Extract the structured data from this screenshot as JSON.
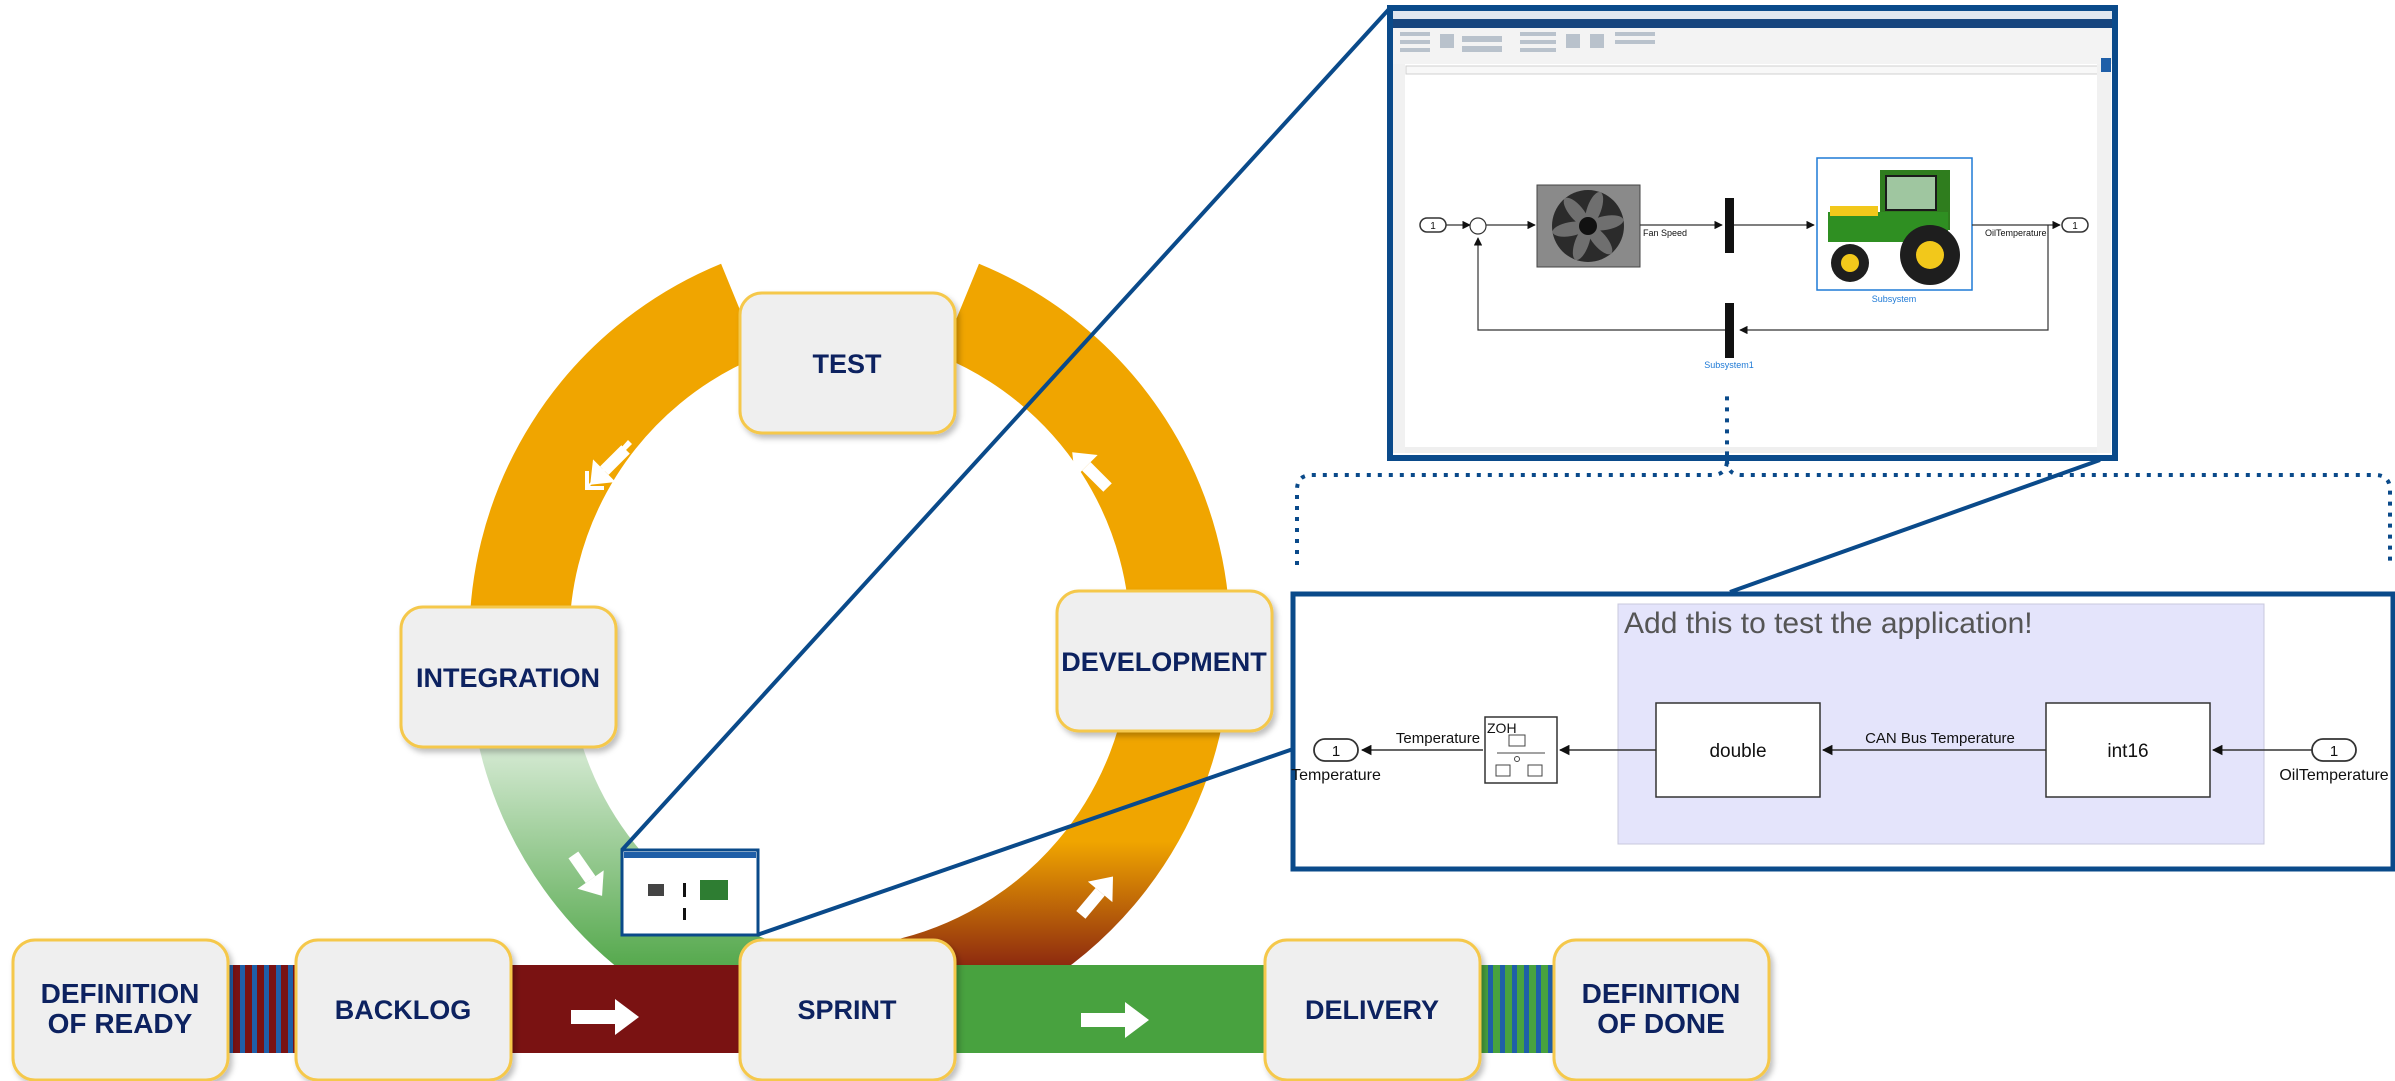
{
  "cycle": {
    "test": "TEST",
    "integration": "INTEGRATION",
    "development": "DEVELOPMENT",
    "sprint": "SPRINT"
  },
  "pipeline": {
    "definition_of_ready_line1": "DEFINITION",
    "definition_of_ready_line2": "OF READY",
    "backlog": "BACKLOG",
    "delivery": "DELIVERY",
    "definition_of_done_line1": "DEFINITION",
    "definition_of_done_line2": "OF DONE"
  },
  "model_window": {
    "signal_fan_speed": "Fan Speed",
    "signal_oil_temperature": "OilTemperature",
    "subsystem_label": "Subsystem",
    "subsystem1_label": "Subsystem1",
    "inport_value": "1",
    "outport_value": "1"
  },
  "detail_panel": {
    "annotation": "Add this to test the application!",
    "out_port_value": "1",
    "out_port_name": "Temperature",
    "signal_temperature": "Temperature",
    "zoh_label": "ZOH",
    "block_double": "double",
    "signal_can_bus": "CAN Bus Temperature",
    "block_int16": "int16",
    "in_port_value": "1",
    "in_port_name": "OilTemperature"
  },
  "colors": {
    "navy": "#0c2461",
    "frame_blue": "#0a4a8a",
    "orange": "#f0a500",
    "dark_red": "#7a1212",
    "green": "#48a23f",
    "box_fill": "#efefef",
    "box_border": "#f5c84b",
    "panel_lavender": "#e4e4fb"
  }
}
